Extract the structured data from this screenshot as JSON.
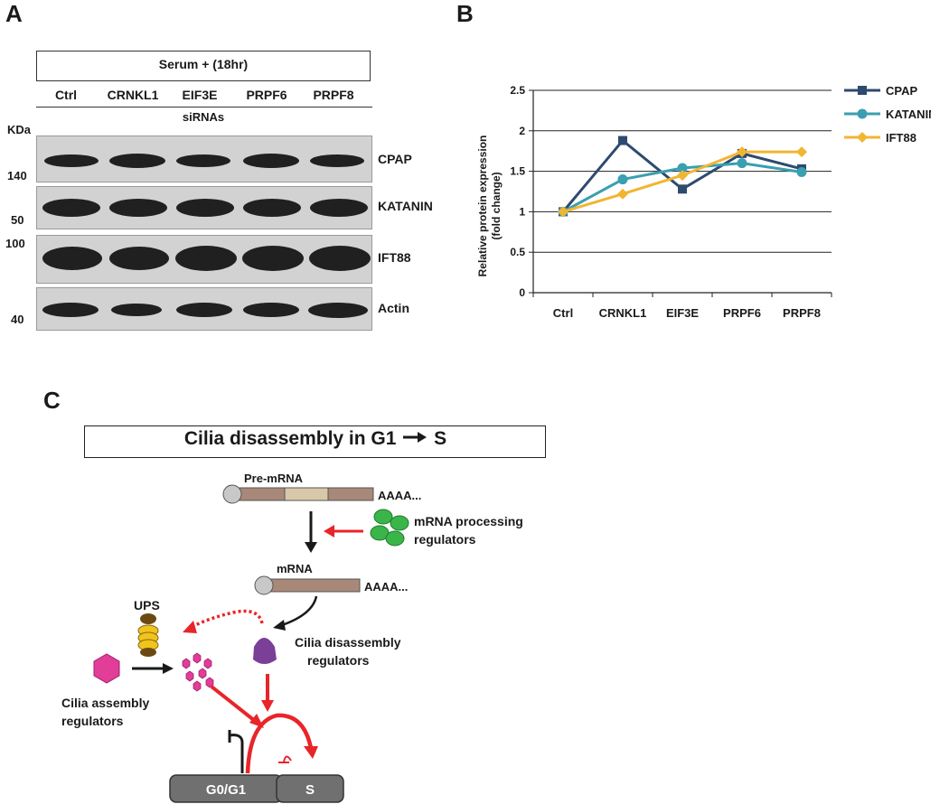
{
  "panel_a": {
    "letter": "A",
    "header": "Serum + (18hr)",
    "lanes": [
      "Ctrl",
      "CRNKL1",
      "EIF3E",
      "PRPF6",
      "PRPF8"
    ],
    "sirna_label": "siRNAs",
    "kda_label": "KDa",
    "blots": [
      {
        "protein": "CPAP",
        "marker": "140"
      },
      {
        "protein": "KATANIN",
        "marker": "50"
      },
      {
        "protein": "IFT88",
        "marker": "100"
      },
      {
        "protein": "Actin",
        "marker": "40"
      }
    ]
  },
  "panel_b": {
    "letter": "B",
    "chart_data": {
      "type": "line",
      "categories": [
        "Ctrl",
        "CRNKL1",
        "EIF3E",
        "PRPF6",
        "PRPF8"
      ],
      "ylabel": "Relative protein expression (fold change)",
      "ylabel_lines": [
        "Relative protein expression",
        "(fold change)"
      ],
      "xlabel": "",
      "ylim": [
        0,
        2.5
      ],
      "yticks": [
        "0",
        "0.5",
        "1",
        "1.5",
        "2",
        "2.5"
      ],
      "grid": true,
      "legend_position": "right",
      "series": [
        {
          "name": "CPAP",
          "values": [
            1.0,
            1.88,
            1.28,
            1.72,
            1.53
          ],
          "color": "#2e4a6e",
          "marker": "square"
        },
        {
          "name": "KATANIN",
          "values": [
            1.0,
            1.4,
            1.54,
            1.6,
            1.49
          ],
          "color": "#3a9fb0",
          "marker": "circle"
        },
        {
          "name": "IFT88",
          "values": [
            1.0,
            1.22,
            1.45,
            1.74,
            1.74
          ],
          "color": "#f2b531",
          "marker": "diamond"
        }
      ]
    }
  },
  "panel_c": {
    "letter": "C",
    "title_prefix": "Cilia disassembly in G1",
    "title_suffix": "S",
    "pre_mrna_label": "Pre-mRNA",
    "polya_1": "AAAA...",
    "mrna_label": "mRNA",
    "polya_2": "AAAA...",
    "mrna_proc_line1": "mRNA processing",
    "mrna_proc_line2": "regulators",
    "ups_label": "UPS",
    "cilia_dis_line1": "Cilia disassembly",
    "cilia_dis_line2": "regulators",
    "cilia_ass_line1": "Cilia assembly",
    "cilia_ass_line2": "regulators",
    "g0g1_label": "G0/G1",
    "s_label": "S",
    "colors": {
      "red": "#e8252a",
      "green": "#3ab54a",
      "purple": "#7b3f98",
      "pink": "#e23d97",
      "gold": "#d6a21c",
      "brown": "#a88878"
    }
  }
}
